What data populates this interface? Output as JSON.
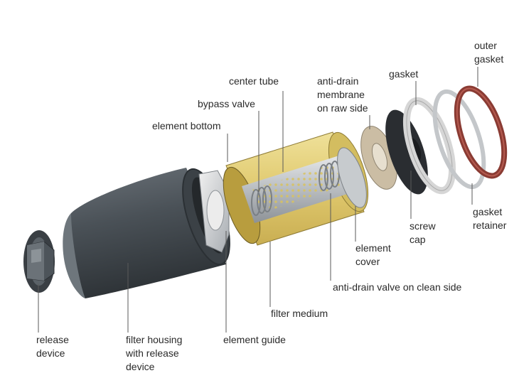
{
  "labels": {
    "outer_gasket": [
      "outer",
      "gasket"
    ],
    "gasket": "gasket",
    "anti_drain_membrane": [
      "anti-drain",
      "membrane",
      "on raw side"
    ],
    "center_tube": "center tube",
    "bypass_valve": "bypass valve",
    "element_bottom": "element bottom",
    "screw_cap": [
      "screw",
      "cap"
    ],
    "gasket_retainer": [
      "gasket",
      "retainer"
    ],
    "element_cover": [
      "element",
      "cover"
    ],
    "anti_drain_valve": "anti-drain valve on clean side",
    "filter_medium": "filter medium",
    "element_guide": "element guide",
    "filter_housing": [
      "filter housing",
      "with release",
      "device"
    ],
    "release_device": [
      "release",
      "device"
    ]
  },
  "colors": {
    "leader_line": "#5a5a5a",
    "housing": "#4a5157",
    "filter_medium": "#e3cf78",
    "center_tube": "#c9ccce",
    "gasket_red": "#8a3b33",
    "screw_cap": "#2a2d31",
    "membrane": "#cbbda4"
  }
}
